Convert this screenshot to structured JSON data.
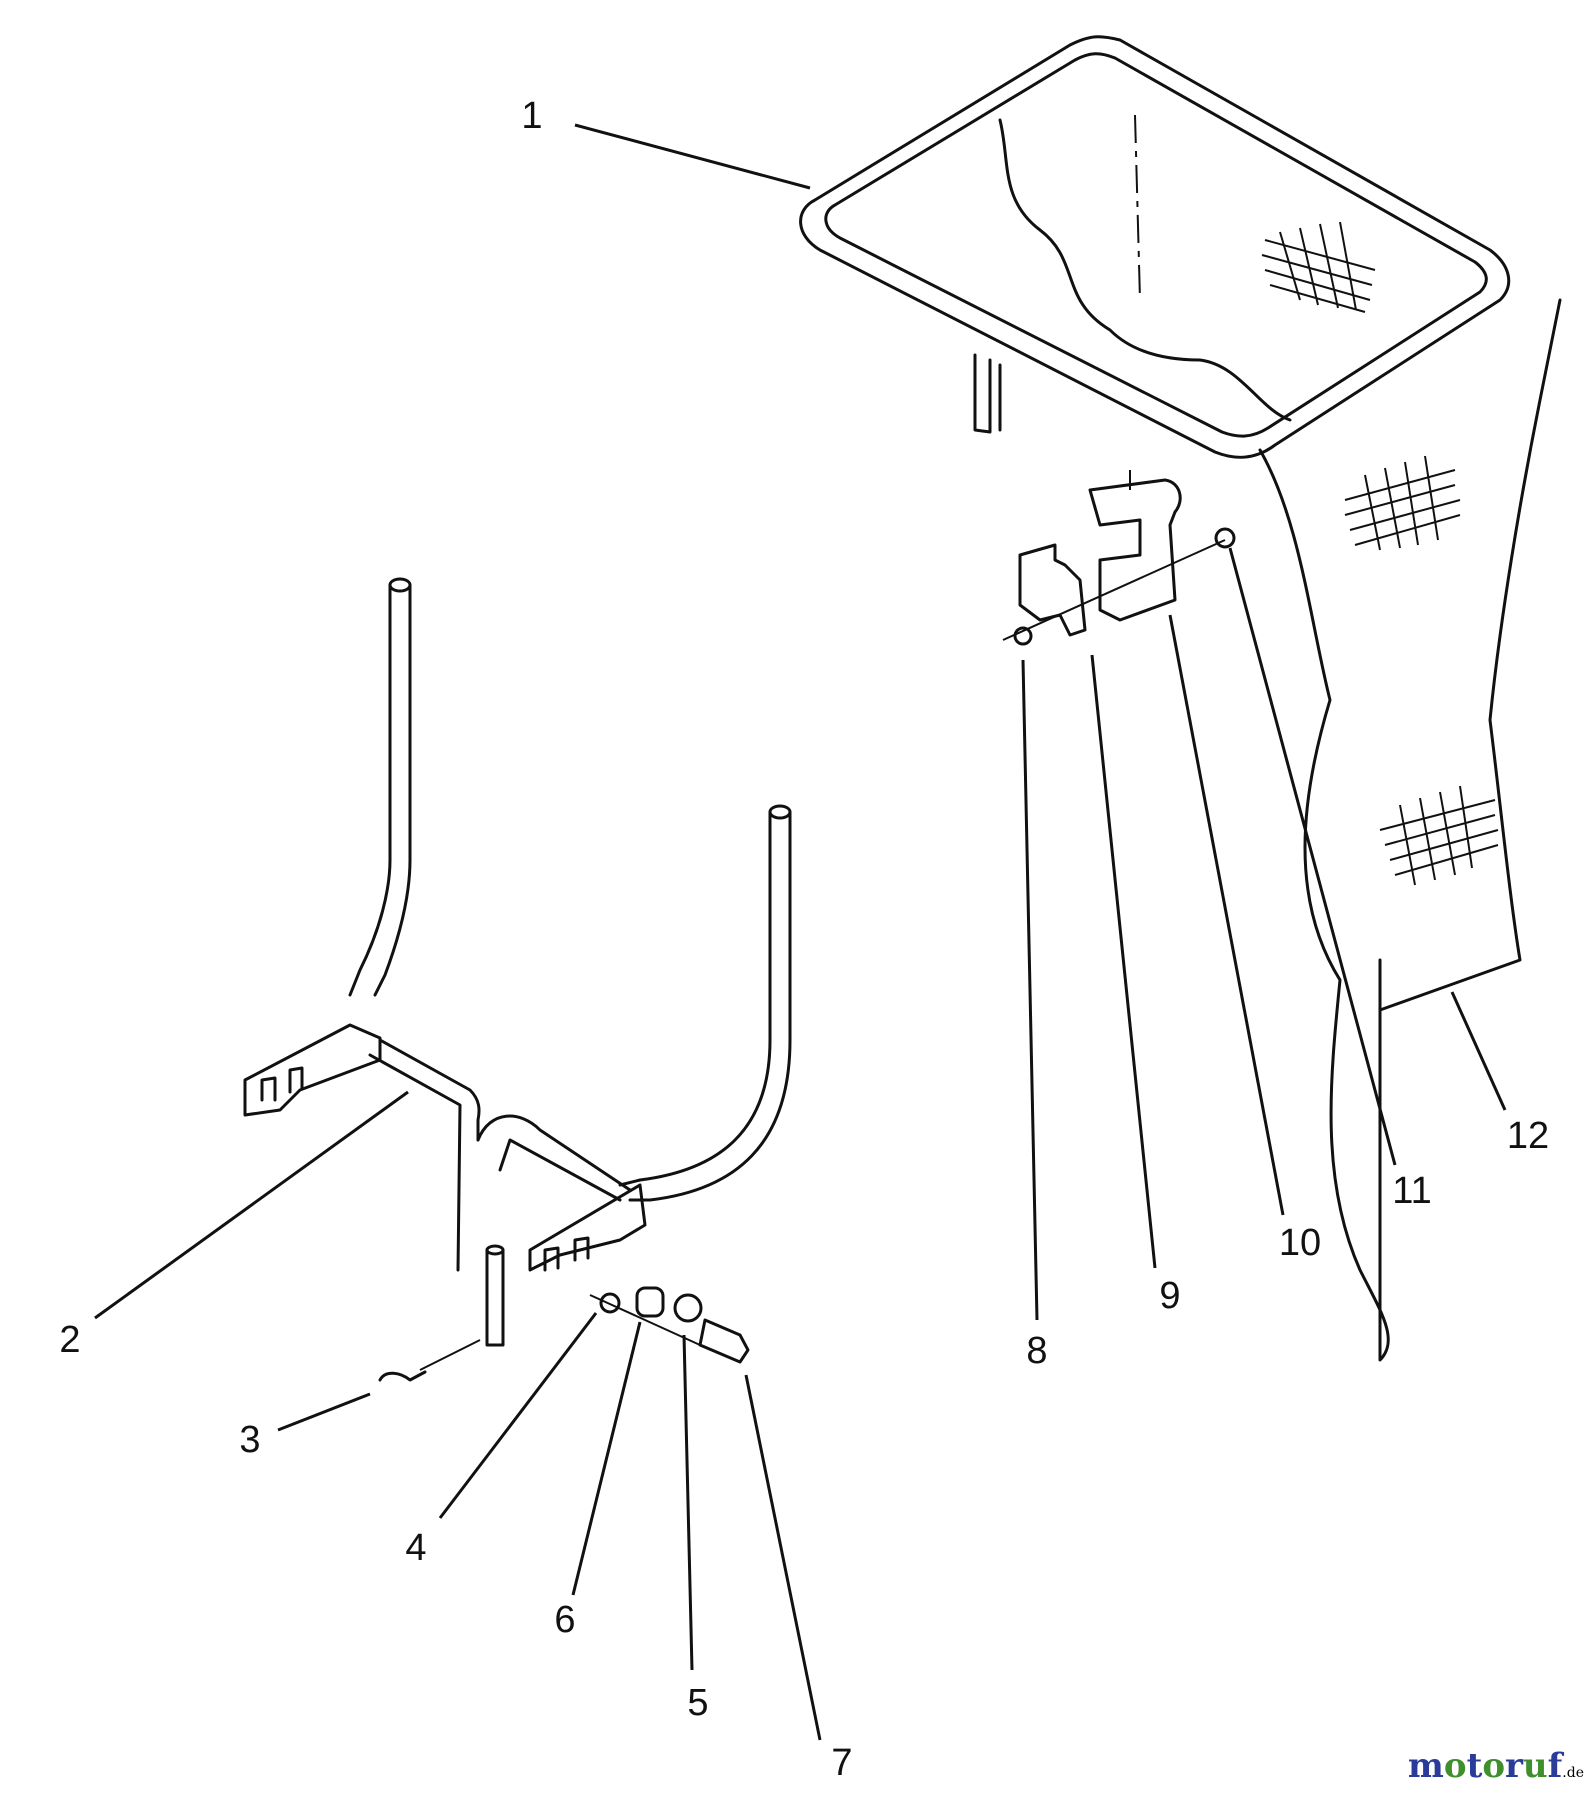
{
  "callouts": [
    "1",
    "2",
    "3",
    "4",
    "5",
    "6",
    "7",
    "8",
    "9",
    "10",
    "11",
    "12"
  ],
  "watermark": {
    "brand": "motoruf",
    "suffix": ".de"
  },
  "colors": {
    "line": "#111111",
    "background": "#ffffff",
    "watermark_blue": "#2a3b9a",
    "watermark_green": "#3f8f2f"
  }
}
